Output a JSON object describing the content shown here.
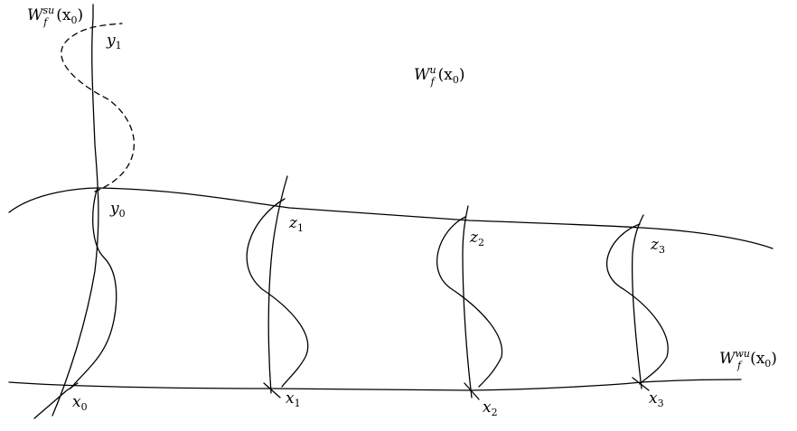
{
  "labels": {
    "w_su": {
      "base": "W",
      "sup": "su",
      "sub": "f",
      "arg": "(x",
      "arg_sub": "0",
      "close": ")"
    },
    "w_u": {
      "base": "W",
      "sup": "u",
      "sub": "f",
      "arg": "(x",
      "arg_sub": "0",
      "close": ")"
    },
    "w_wu": {
      "base": "W",
      "sup": "wu",
      "sub": "f",
      "arg": "(x",
      "arg_sub": "0",
      "close": ")"
    },
    "y1": {
      "base": "y",
      "sub": "1"
    },
    "y0": {
      "base": "y",
      "sub": "0"
    },
    "z1": {
      "base": "z",
      "sub": "1"
    },
    "z2": {
      "base": "z",
      "sub": "2"
    },
    "z3": {
      "base": "z",
      "sub": "3"
    },
    "x0": {
      "base": "x",
      "sub": "0"
    },
    "x1": {
      "base": "x",
      "sub": "1"
    },
    "x2": {
      "base": "x",
      "sub": "2"
    },
    "x3": {
      "base": "x",
      "sub": "3"
    }
  }
}
